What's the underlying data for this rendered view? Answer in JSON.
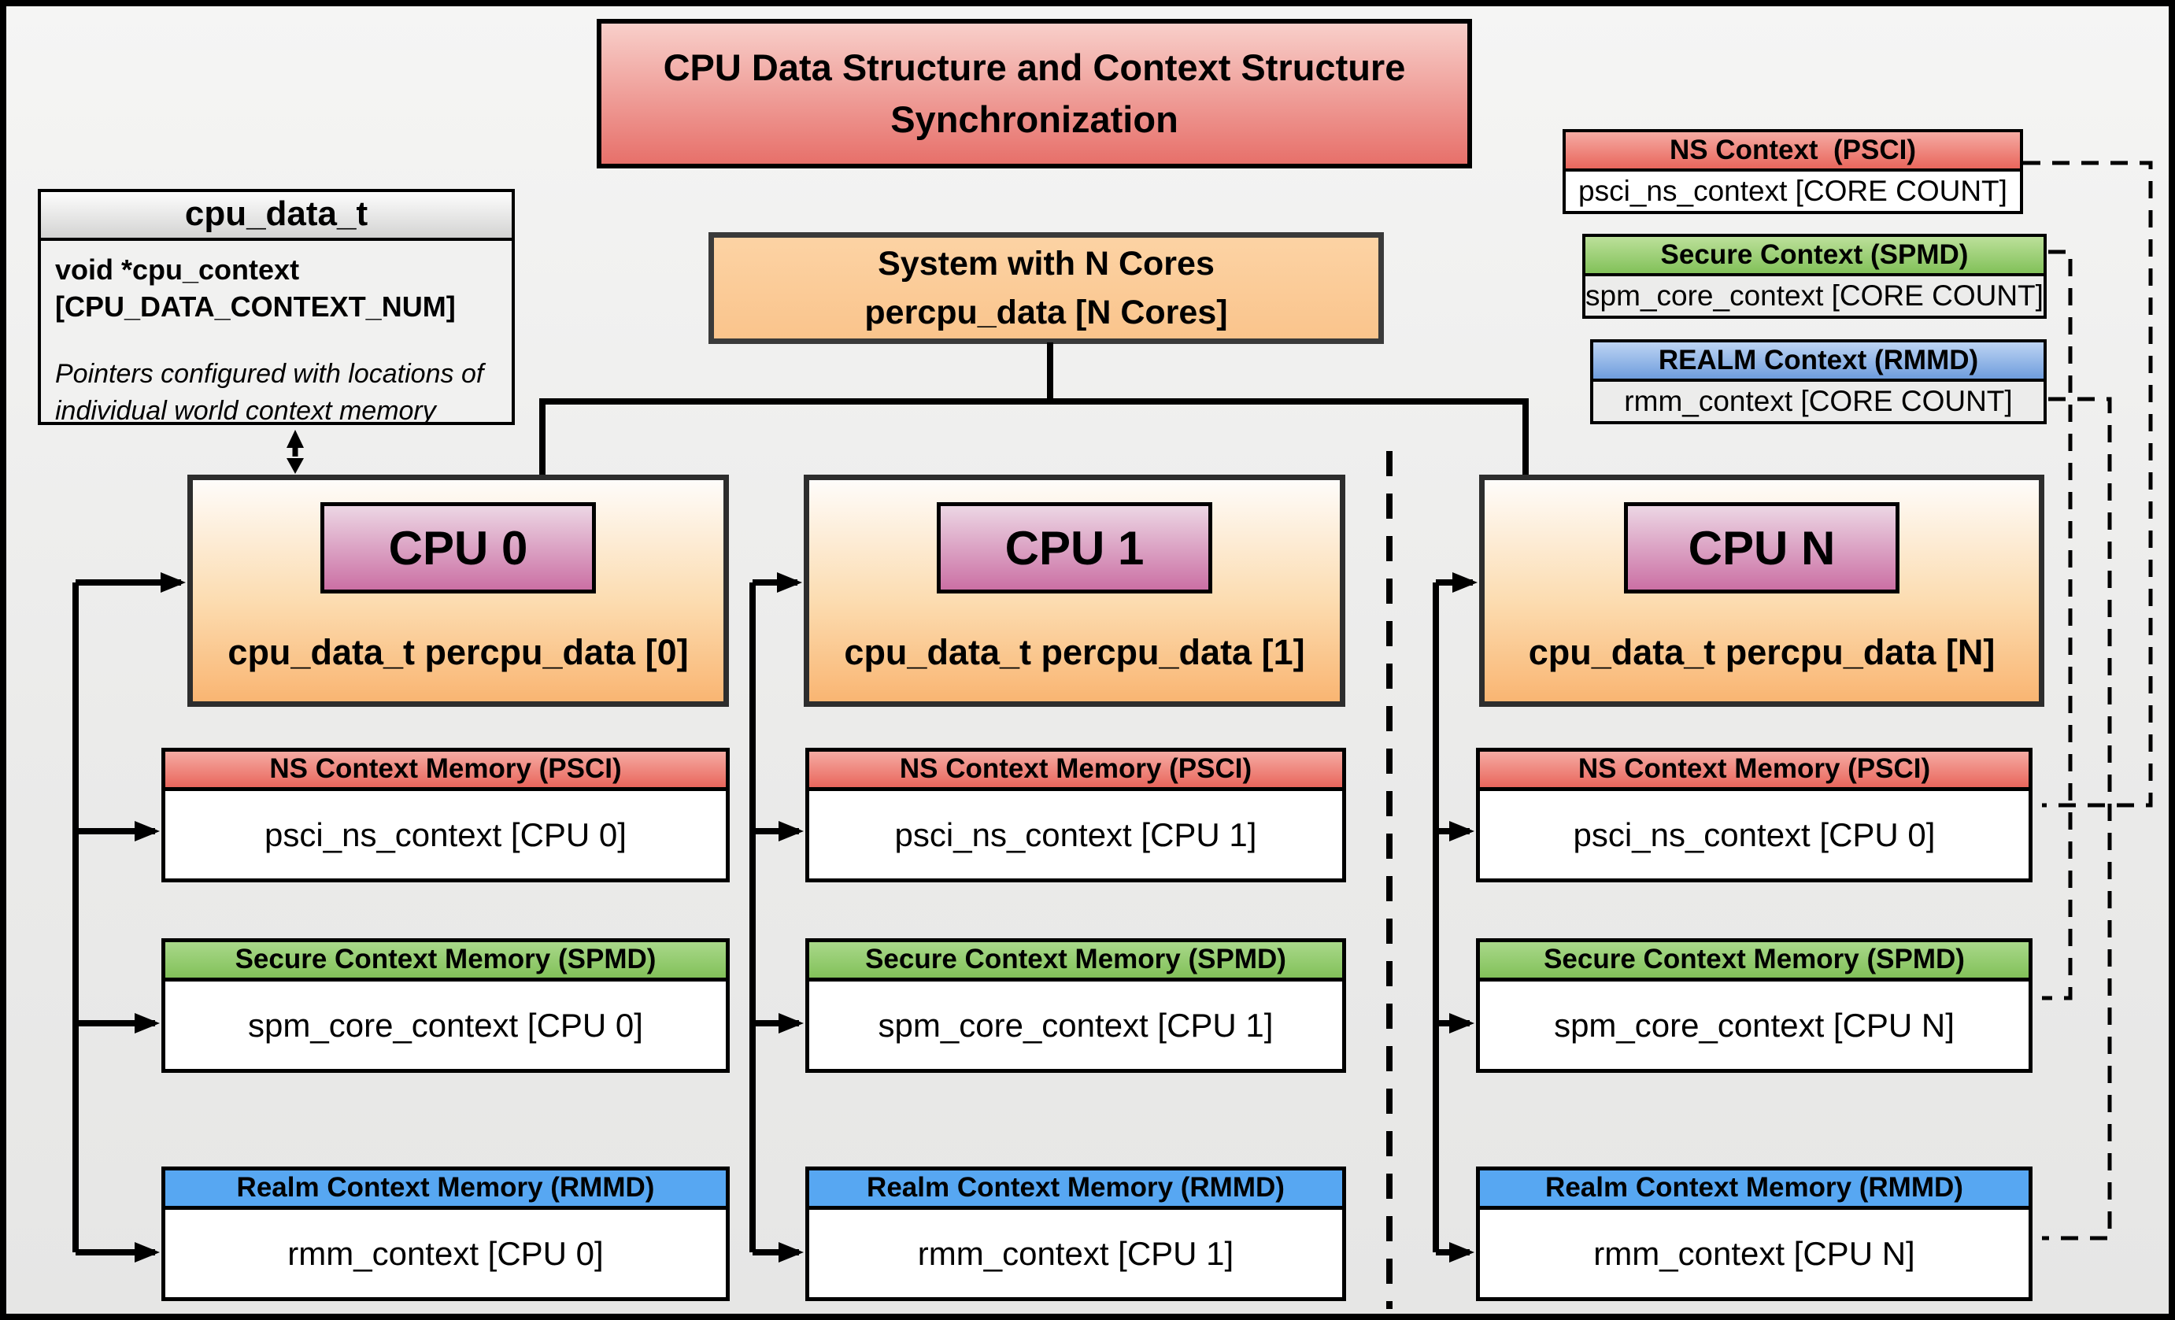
{
  "title": "CPU Data Structure and Context Structure Synchronization",
  "cpu_data_t": {
    "header": "cpu_data_t",
    "field": "void *cpu_context\n[CPU_DATA_CONTEXT_NUM]",
    "note": "Pointers configured with locations of individual world context memory"
  },
  "system": {
    "label": "System with N Cores\npercpu_data [N Cores]"
  },
  "legend": [
    {
      "title": "NS Context  (PSCI)",
      "body": "psci_ns_context [CORE COUNT]"
    },
    {
      "title": "Secure Context (SPMD)",
      "body": "spm_core_context [CORE COUNT]"
    },
    {
      "title": "REALM Context (RMMD)",
      "body": "rmm_context [CORE COUNT]"
    }
  ],
  "cpus": [
    {
      "label": "CPU 0",
      "data": "cpu_data_t percpu_data [0]",
      "contexts": [
        {
          "header": "NS Context Memory (PSCI)",
          "body": "psci_ns_context [CPU 0]"
        },
        {
          "header": "Secure Context Memory (SPMD)",
          "body": "spm_core_context [CPU 0]"
        },
        {
          "header": "Realm Context Memory (RMMD)",
          "body": "rmm_context [CPU 0]"
        }
      ]
    },
    {
      "label": "CPU 1",
      "data": "cpu_data_t percpu_data [1]",
      "contexts": [
        {
          "header": "NS Context Memory (PSCI)",
          "body": "psci_ns_context [CPU 1]"
        },
        {
          "header": "Secure Context Memory (SPMD)",
          "body": "spm_core_context [CPU 1]"
        },
        {
          "header": "Realm Context Memory (RMMD)",
          "body": "rmm_context [CPU 1]"
        }
      ]
    },
    {
      "label": "CPU N",
      "data": "cpu_data_t percpu_data [N]",
      "contexts": [
        {
          "header": "NS Context Memory (PSCI)",
          "body": "psci_ns_context [CPU 0]"
        },
        {
          "header": "Secure Context Memory (SPMD)",
          "body": "spm_core_context [CPU N]"
        },
        {
          "header": "Realm Context Memory (RMMD)",
          "body": "rmm_context [CPU N]"
        }
      ]
    }
  ],
  "colors": {
    "title_red": "#e7706a",
    "title_red_light": "#f8cfca",
    "ns_red": "#e9665c",
    "secure_green": "#82c159",
    "realm_blue": "#57a7f2",
    "cpu_orange": "#f9b572",
    "cpu_pink": "#cb70a4",
    "system_orange": "#fac48c",
    "system_orange_light": "#fcd3a4"
  }
}
